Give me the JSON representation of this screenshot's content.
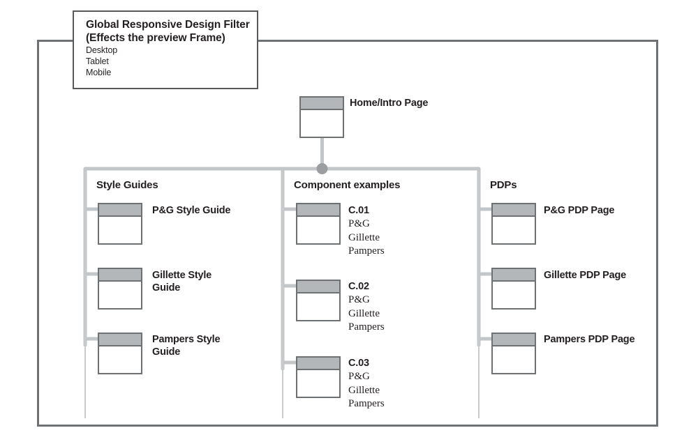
{
  "filter": {
    "title_line1": "Global Responsive Design Filter",
    "title_line2": "(Effects the preview Frame)",
    "options": [
      "Desktop",
      "Tablet",
      "Mobile"
    ]
  },
  "root": {
    "label": "Home/Intro Page"
  },
  "groups": [
    {
      "title": "Style Guides",
      "nodes": [
        {
          "label": "P&G Style Guide",
          "sub": []
        },
        {
          "label": "Gillette Style Guide",
          "sub": []
        },
        {
          "label": "Pampers Style Guide",
          "sub": []
        }
      ]
    },
    {
      "title": "Component examples",
      "nodes": [
        {
          "label": "C.01",
          "sub": [
            "P&G",
            "Gillette",
            "Pampers"
          ]
        },
        {
          "label": "C.02",
          "sub": [
            "P&G",
            "Gillette",
            "Pampers"
          ]
        },
        {
          "label": "C.03",
          "sub": [
            "P&G",
            "Gillette",
            "Pampers"
          ]
        }
      ]
    },
    {
      "title": "PDPs",
      "nodes": [
        {
          "label": "P&G PDP Page",
          "sub": []
        },
        {
          "label": "Gillette PDP Page",
          "sub": []
        },
        {
          "label": "Pampers PDP Page",
          "sub": []
        }
      ]
    }
  ],
  "colors": {
    "frame_border": "#6e7173",
    "node_border": "#6e7173",
    "node_band": "#b4b7b9",
    "wire": "#c3c6c8",
    "junction_dot": "#9a9ea0",
    "divider": "#c3c6c8",
    "text": "#231f20",
    "callout_border": "#58595b"
  }
}
